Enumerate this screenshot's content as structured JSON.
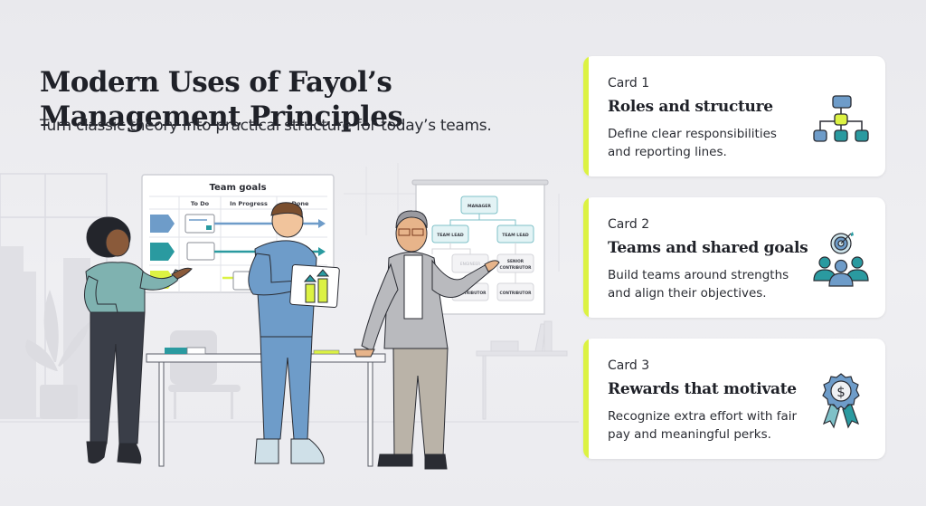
{
  "header": {
    "title_line1": "Modern Uses of Fayol’s",
    "title_line2": "Management Principles",
    "subtitle": "Turn classic theory into practical structure for today’s teams."
  },
  "illustration": {
    "kanban_board": {
      "title": "Team goals",
      "columns": [
        "To Do",
        "In Progress",
        "Done"
      ],
      "row_colors": [
        "#6e9cc9",
        "#2a9aa0",
        "#dcf243"
      ]
    },
    "org_chart": {
      "top": "MANAGER",
      "level2": [
        "TEAM LEAD",
        "TEAM LEAD"
      ],
      "level3": [
        "ENGINEER",
        "SENIOR CONTRIBUTOR"
      ],
      "level4": [
        "CONTRIBUTOR",
        "CONTRIBUTOR"
      ]
    }
  },
  "cards": [
    {
      "label": "Card 1",
      "title": "Roles and structure",
      "desc_line1": "Define clear responsibilities",
      "desc_line2": "and reporting lines.",
      "icon": "org-chart-icon"
    },
    {
      "label": "Card 2",
      "title": "Teams and shared goals",
      "desc_line1": "Build teams around strengths",
      "desc_line2": "and align their objectives.",
      "icon": "team-target-icon"
    },
    {
      "label": "Card 3",
      "title": "Rewards that motivate",
      "desc_line1": "Recognize extra effort with fair",
      "desc_line2": "pay and meaningful perks.",
      "icon": "award-ribbon-icon"
    }
  ],
  "colors": {
    "accent_lime": "#dcf243",
    "teal": "#2a9aa0",
    "blue": "#6e9cc9",
    "background": "#ebebef"
  }
}
